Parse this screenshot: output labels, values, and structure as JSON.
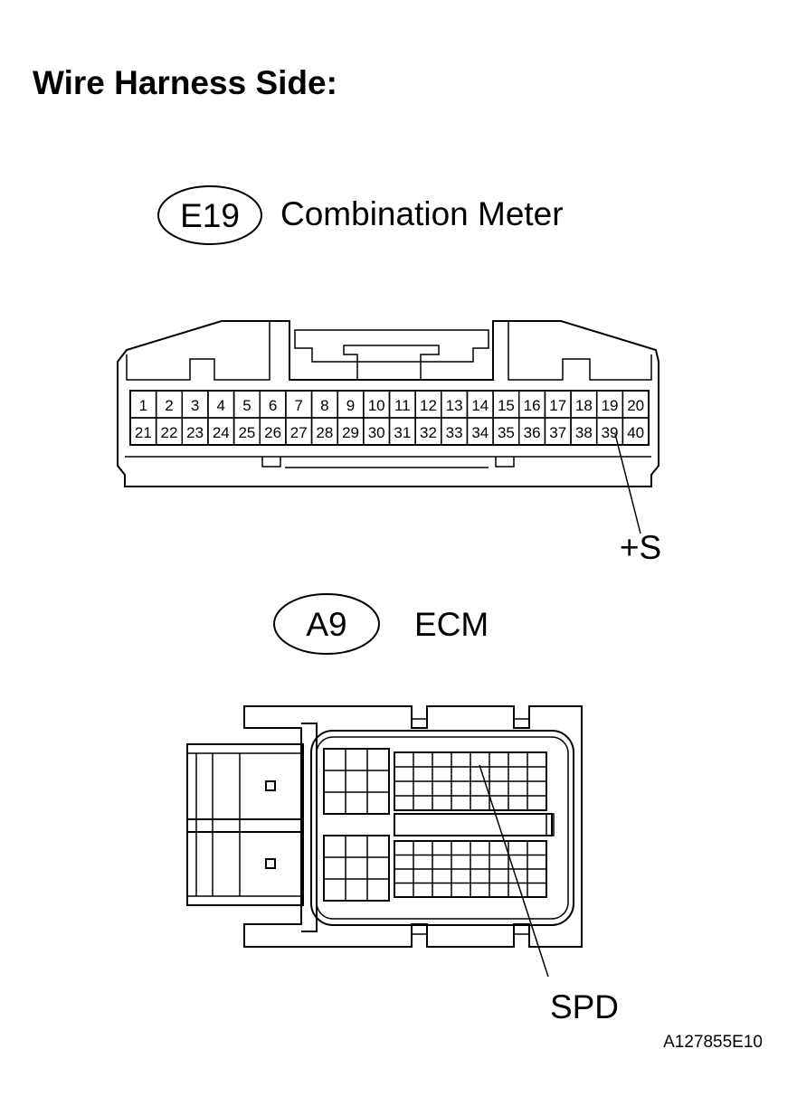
{
  "heading": "Wire Harness Side:",
  "connectors": [
    {
      "code": "E19",
      "name": "Combination Meter",
      "pins_row1": [
        "1",
        "2",
        "3",
        "4",
        "5",
        "6",
        "7",
        "8",
        "9",
        "10",
        "11",
        "12",
        "13",
        "14",
        "15",
        "16",
        "17",
        "18",
        "19",
        "20"
      ],
      "pins_row2": [
        "21",
        "22",
        "23",
        "24",
        "25",
        "26",
        "27",
        "28",
        "29",
        "30",
        "31",
        "32",
        "33",
        "34",
        "35",
        "36",
        "37",
        "38",
        "39",
        "40"
      ],
      "callout": {
        "pin": "39",
        "label": "+S"
      }
    },
    {
      "code": "A9",
      "name": "ECM",
      "callout": {
        "label": "SPD"
      }
    }
  ],
  "figure_id": "A127855E10"
}
